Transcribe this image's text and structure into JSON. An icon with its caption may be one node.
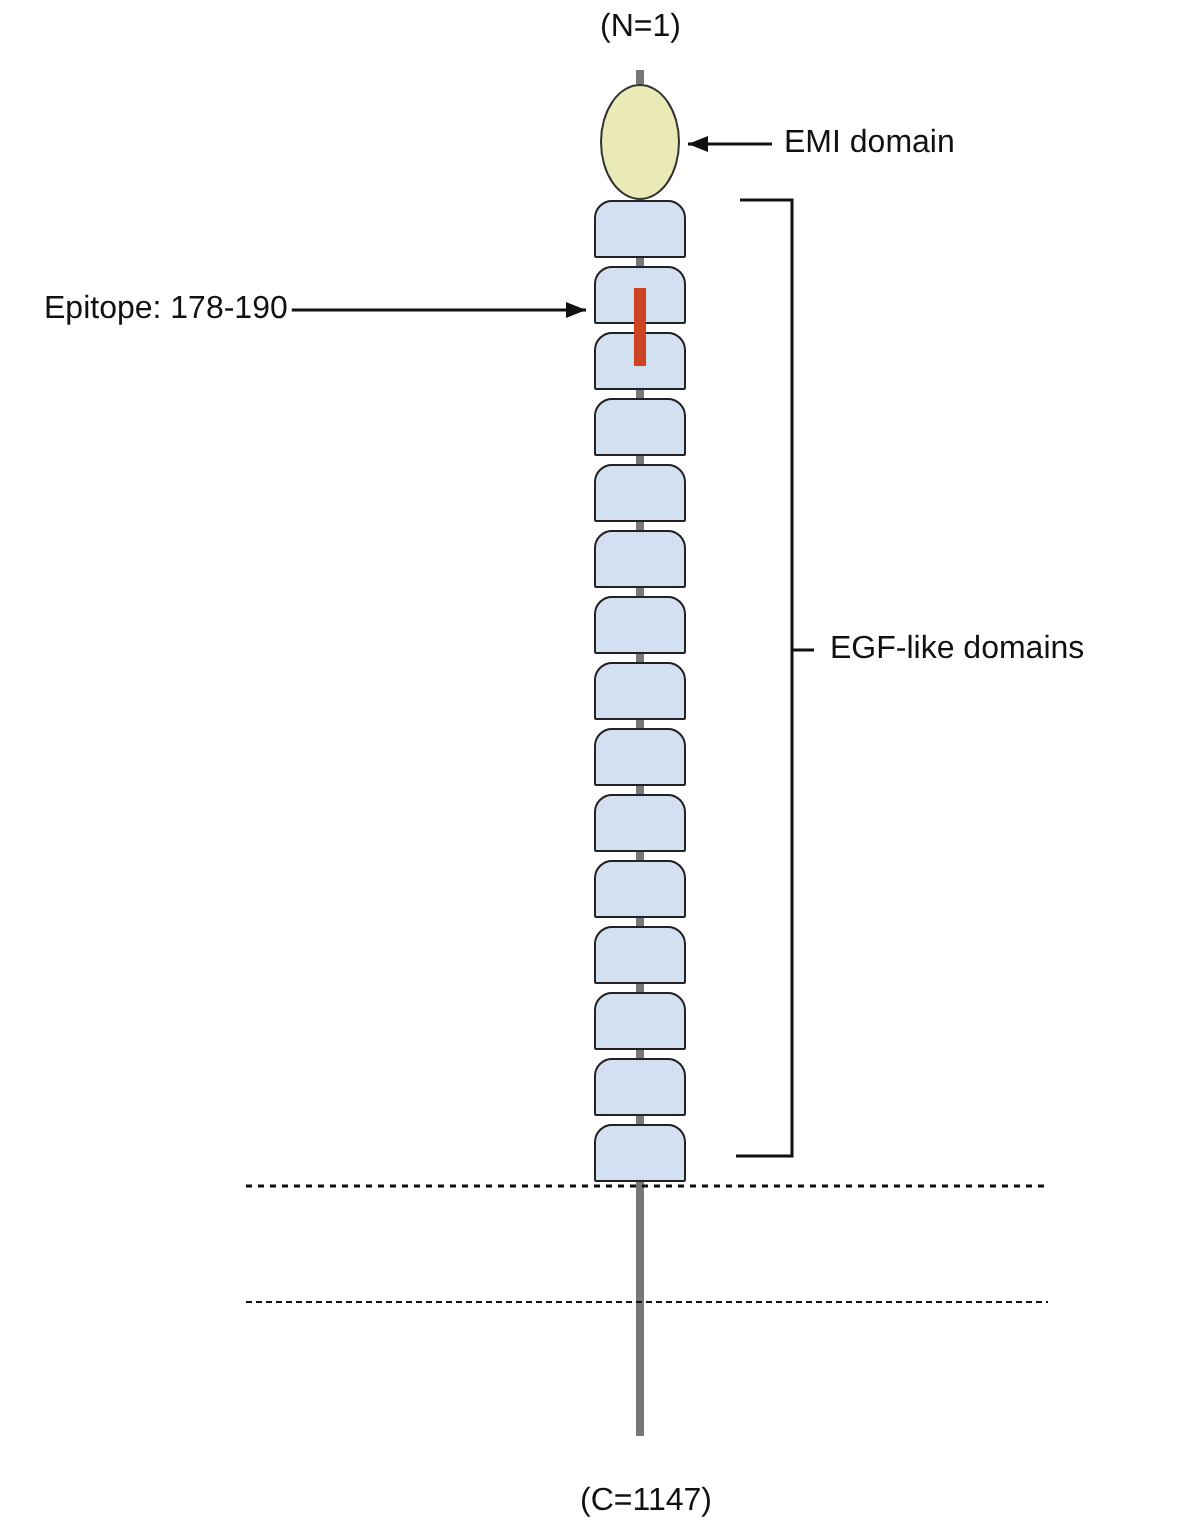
{
  "diagram": {
    "nodes": [
      {
        "text": [
          "EMI domain"
        ]
      },
      {
        "text": [],
        "shape": "ellipse"
      },
      {
        "text": [],
        "shape": "box"
      },
      {
        "text": [],
        "shape": "box"
      },
      {
        "text": [],
        "shape": "box"
      },
      {
        "text": [],
        "shape": "box"
      },
      {
        "text": [],
        "shape": "box"
      },
      {
        "text": [],
        "shape": "box"
      },
      {
        "text": [],
        "shape": "box"
      },
      {
        "text": [],
        "shape": "box"
      },
      {
        "text": [],
        "shape": "box"
      },
      {
        "text": [],
        "shape": "box"
      },
      {
        "text": [],
        "shape": "box"
      },
      {
        "text": [],
        "shape": "box"
      },
      {
        "text": [],
        "shape": "box"
      },
      {
        "text": [],
        "shape": "box"
      },
      {
        "text": [],
        "shape": "box"
      },
      {
        "text": [
          "Epitope: 178-190"
        ]
      },
      {
        "text": [],
        "shape": "bar"
      }
    ],
    "edges": [
      {
        "from": null,
        "to": 1,
        "arrow": "none"
      },
      {
        "from": 0,
        "to": 1,
        "arrow": "to",
        "color": "#111111"
      },
      {
        "from": 2,
        "to": 3,
        "arrow": "none"
      },
      {
        "from": 4,
        "to": 5,
        "arrow": "none"
      },
      {
        "from": 5,
        "to": 6,
        "arrow": "none"
      },
      {
        "from": 6,
        "to": 7,
        "arrow": "none"
      },
      {
        "from": 7,
        "to": 8,
        "arrow": "none"
      },
      {
        "from": 8,
        "to": 9,
        "arrow": "none"
      },
      {
        "from": 9,
        "to": 10,
        "arrow": "none"
      },
      {
        "from": 10,
        "to": 11,
        "arrow": "none"
      },
      {
        "from": 11,
        "to": 12,
        "arrow": "none"
      },
      {
        "from": 12,
        "to": 13,
        "arrow": "none"
      },
      {
        "from": 13,
        "to": 14,
        "arrow": "none"
      },
      {
        "from": 14,
        "to": 15,
        "arrow": "none"
      },
      {
        "from": 15,
        "to": 16,
        "arrow": "none"
      },
      {
        "from": 17,
        "to": 18,
        "arrow": "to",
        "color": "#111111"
      },
      {
        "from": 16,
        "to": null,
        "arrow": "none"
      }
    ],
    "labels": [
      "(N=1)",
      "EGF-like domains",
      "(C=1147)"
    ]
  }
}
